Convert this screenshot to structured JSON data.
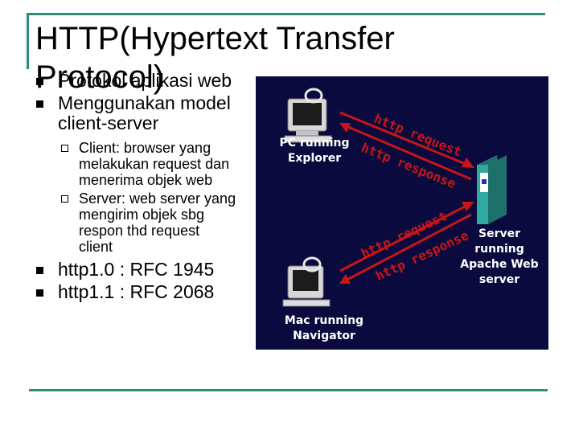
{
  "title": "HTTP(Hypertext Transfer Protocol)",
  "bullets": [
    "Protokol aplikasi web",
    "Menggunakan model client-server"
  ],
  "sub_bullets": [
    "Client: browser yang melakukan request dan menerima objek web",
    "Server: web server yang mengirim objek sbg respon thd request client"
  ],
  "bullets_after": [
    "http1.0 : RFC 1945",
    "http1.1 : RFC 2068"
  ],
  "diagram": {
    "pc_label": "PC running Explorer",
    "mac_label": "Mac running Navigator",
    "server_label": "Server running Apache Web server",
    "top_request": "http request",
    "top_response": "http response",
    "bottom_request": "http request",
    "bottom_response": "http response",
    "colors": {
      "background": "#0a0a3e",
      "arrow": "#c81616",
      "server": "#2fa8a0"
    }
  }
}
